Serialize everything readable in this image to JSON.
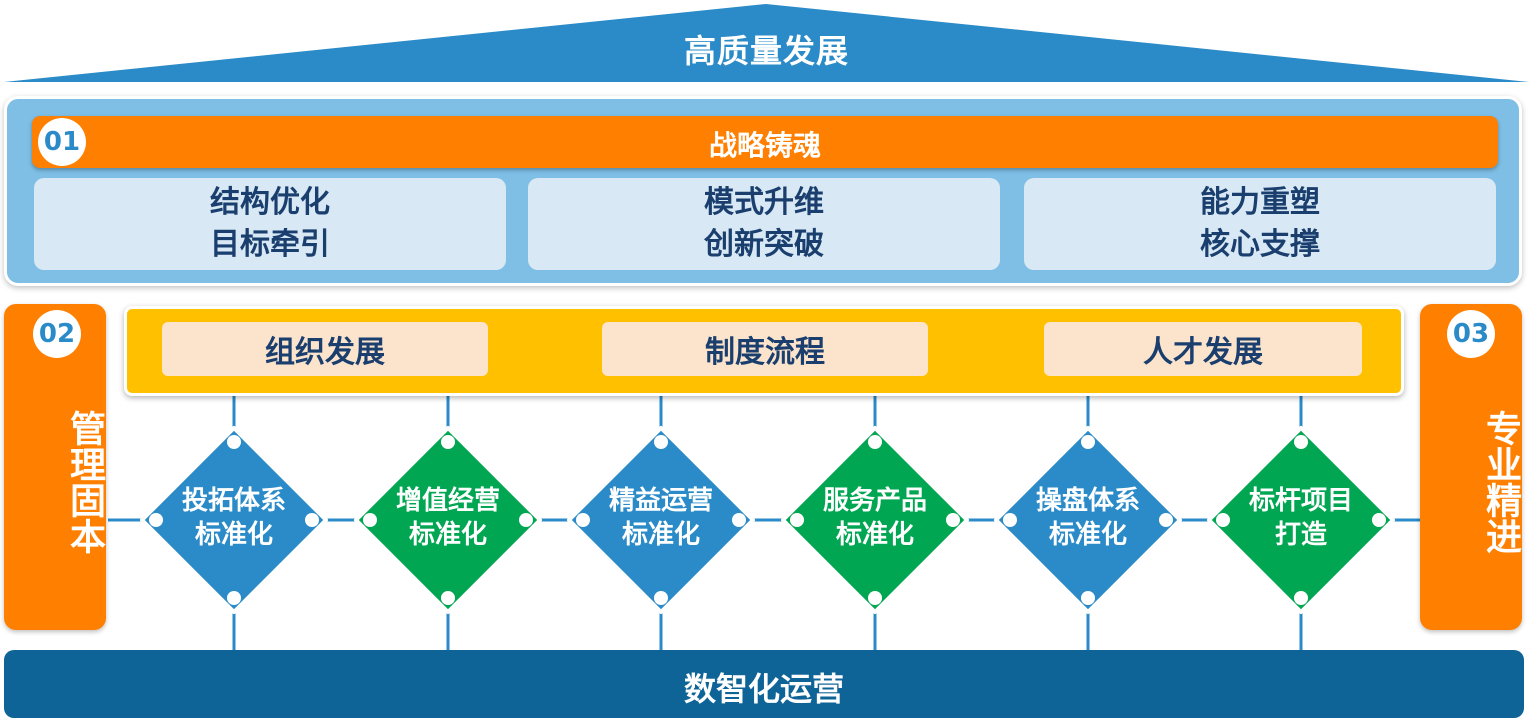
{
  "roof": {
    "title": "高质量发展",
    "color": "#2a8bc8"
  },
  "strategy": {
    "number": "01",
    "title": "战略铸魂",
    "items": [
      {
        "line1": "结构优化",
        "line2": "目标牵引"
      },
      {
        "line1": "模式升维",
        "line2": "创新突破"
      },
      {
        "line1": "能力重塑",
        "line2": "核心支撑"
      }
    ]
  },
  "left_pillar": {
    "number": "02",
    "title": "管理固本"
  },
  "right_pillar": {
    "number": "03",
    "title": "专业精进"
  },
  "management": {
    "items": [
      "组织发展",
      "制度流程",
      "人才发展"
    ]
  },
  "practices": [
    {
      "line1": "投拓体系",
      "line2": "标准化",
      "color": "#2a8bc8"
    },
    {
      "line1": "增值经营",
      "line2": "标准化",
      "color": "#00a651"
    },
    {
      "line1": "精益运营",
      "line2": "标准化",
      "color": "#2a8bc8"
    },
    {
      "line1": "服务产品",
      "line2": "标准化",
      "color": "#00a651"
    },
    {
      "line1": "操盘体系",
      "line2": "标准化",
      "color": "#2a8bc8"
    },
    {
      "line1": "标杆项目",
      "line2": "打造",
      "color": "#00a651"
    }
  ],
  "foundation": {
    "title": "数智化运营"
  },
  "colors": {
    "orange": "#ff7f00",
    "yellow": "#ffc000",
    "blue": "#2a8bc8",
    "green": "#00a651",
    "navy": "#0e6397"
  }
}
